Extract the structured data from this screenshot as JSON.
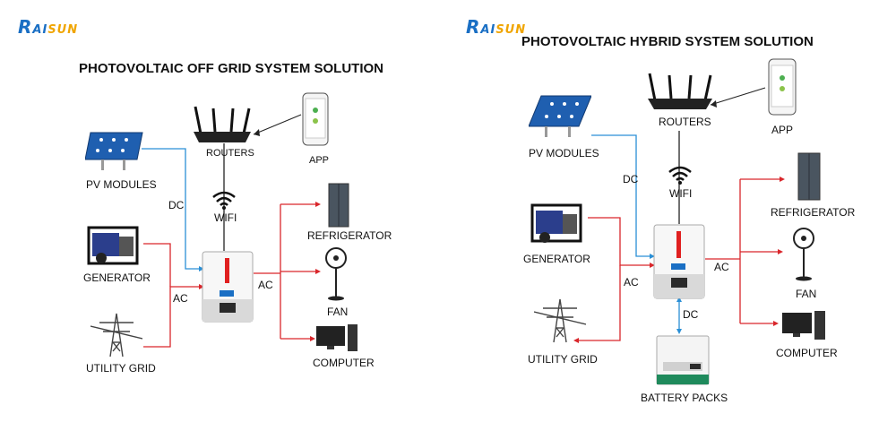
{
  "colors": {
    "dc_line": "#2a8fd6",
    "ac_line": "#d9262b",
    "brand_blue": "#1a6fc4",
    "brand_sun": "#f0a500"
  },
  "left": {
    "logo": {
      "text_main": "R",
      "text_ai": "AI",
      "text_sun": "SUN"
    },
    "title": "PHOTOVOLTAIC OFF GRID SYSTEM SOLUTION",
    "labels": {
      "pv": "PV MODULES",
      "routers": "ROUTERS",
      "app": "APP",
      "wifi": "WIFI",
      "dc": "DC",
      "generator": "GENERATOR",
      "ac_in": "AC",
      "ac_out": "AC",
      "utility": "UTILITY GRID",
      "fridge": "REFRIGERATOR",
      "fan": "FAN",
      "computer": "COMPUTER"
    }
  },
  "right": {
    "logo": {
      "text_main": "R",
      "text_ai": "AI",
      "text_sun": "SUN"
    },
    "title": "PHOTOVOLTAIC HYBRID SYSTEM SOLUTION",
    "labels": {
      "pv": "PV MODULES",
      "routers": "ROUTERS",
      "app": "APP",
      "wifi": "WIFI",
      "dc": "DC",
      "generator": "GENERATOR",
      "ac_in": "AC",
      "ac_out": "AC",
      "dc_batt": "DC",
      "utility": "UTILITY GRID",
      "fridge": "REFRIGERATOR",
      "fan": "FAN",
      "computer": "COMPUTER",
      "battery": "BATTERY PACKS"
    }
  }
}
